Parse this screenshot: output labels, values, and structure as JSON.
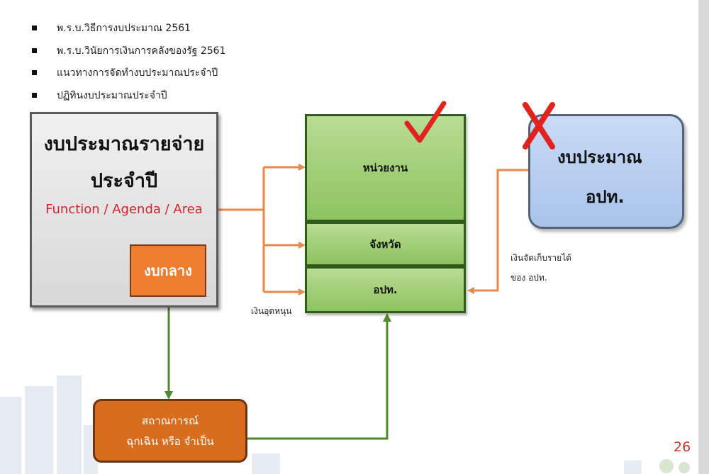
{
  "bullets": [
    "พ.ร.บ.วิธีการงบประมาณ 2561",
    "พ.ร.บ.วินัยการเงินการคลังของรัฐ 2561",
    "แนวทางการจัดทำงบประมาณประจำปี",
    "ปฏิทินงบประมาณประจำปี"
  ],
  "main_box": {
    "title_line1": "งบประมาณรายจ่าย",
    "title_line2": "ประจำปี",
    "subtitle": "Function / Agenda / Area",
    "central": "งบกลาง"
  },
  "targets": {
    "agency": "หน่วยงาน",
    "province": "จังหวัด",
    "local": "อปท."
  },
  "local_budget": {
    "line1": "งบประมาณ",
    "line2": "อปท."
  },
  "emergency": {
    "line1": "สถาณการณ์",
    "line2": "ฉุกเฉิน หรือ จำเป็น"
  },
  "notes": {
    "subsidy": "เงินอุดหนุน",
    "revenue_line1": "เงินจัดเก็บรายได้",
    "revenue_line2": "ของ อปท."
  },
  "page_number": "26",
  "colors": {
    "arrow_orange": "#e58a4a",
    "arrow_green": "#4e8a2a",
    "check_red": "#e0231c",
    "cross_red": "#e0231c"
  },
  "icons": {
    "check": "check-icon",
    "cross": "cross-icon"
  }
}
